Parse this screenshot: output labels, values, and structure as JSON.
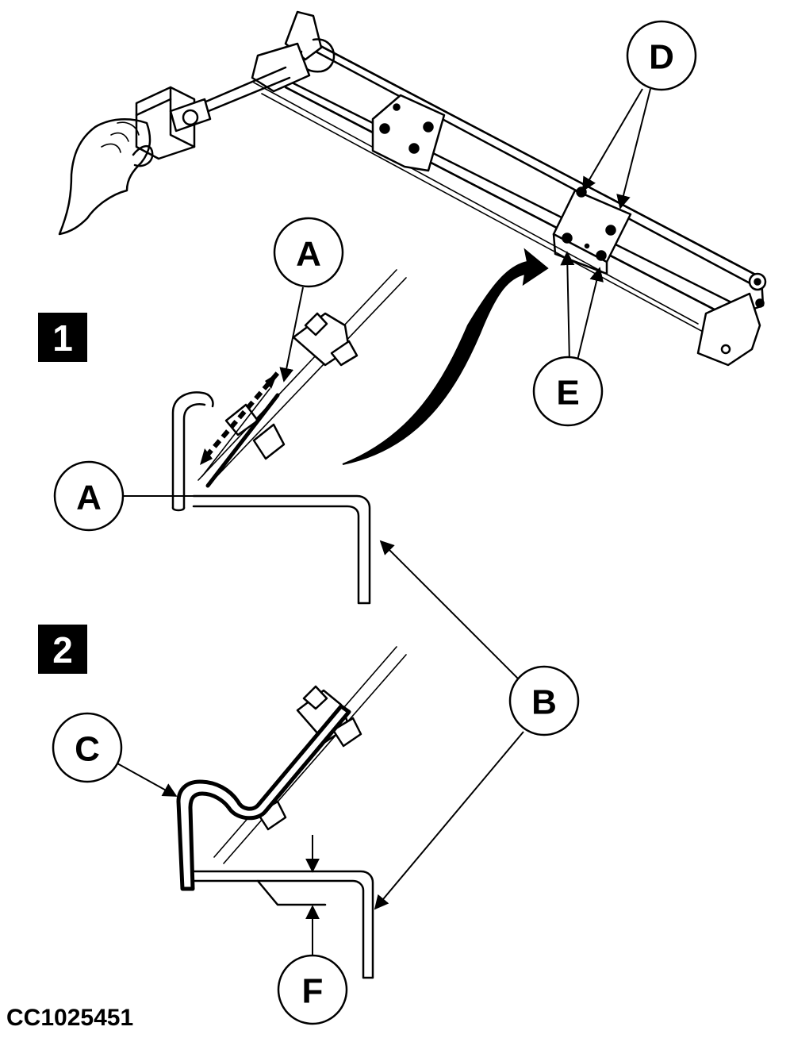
{
  "callouts": {
    "a_top": "A",
    "a_left": "A",
    "b": "B",
    "c": "C",
    "d": "D",
    "e": "E",
    "f": "F"
  },
  "steps": {
    "one": "1",
    "two": "2"
  },
  "figure_id": "CC1025451",
  "icons": [
    "hand-icon",
    "curved-arrow-icon",
    "slide-arrow-icon",
    "bracket-icon",
    "bolt-icon"
  ]
}
